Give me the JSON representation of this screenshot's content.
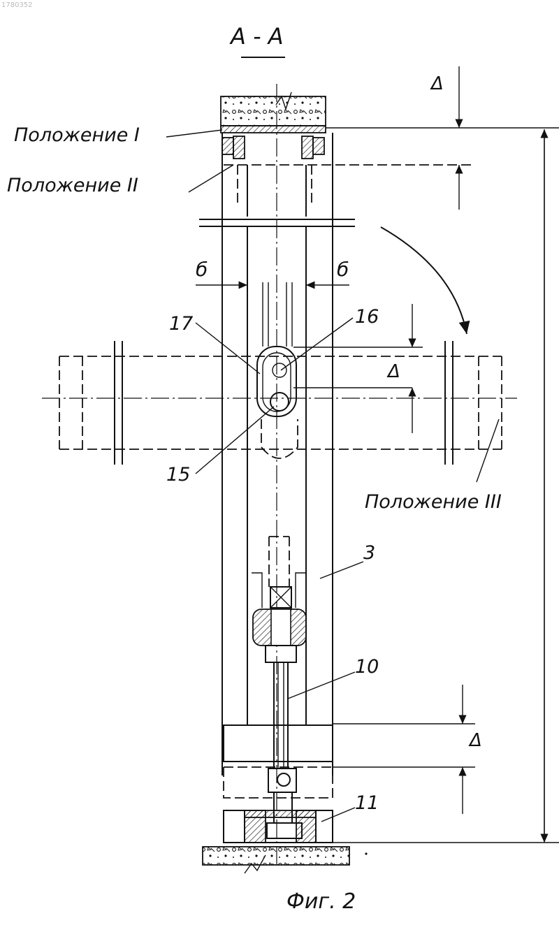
{
  "doc_id": "1780352",
  "section_title": "А - А",
  "labels": {
    "position_1": "Положение I",
    "position_2": "Положение II",
    "position_3": "Положение III",
    "delta": "Δ",
    "b": "б"
  },
  "callouts": [
    "17",
    "16",
    "15",
    "3",
    "10",
    "11"
  ],
  "caption": "Фиг. 2"
}
